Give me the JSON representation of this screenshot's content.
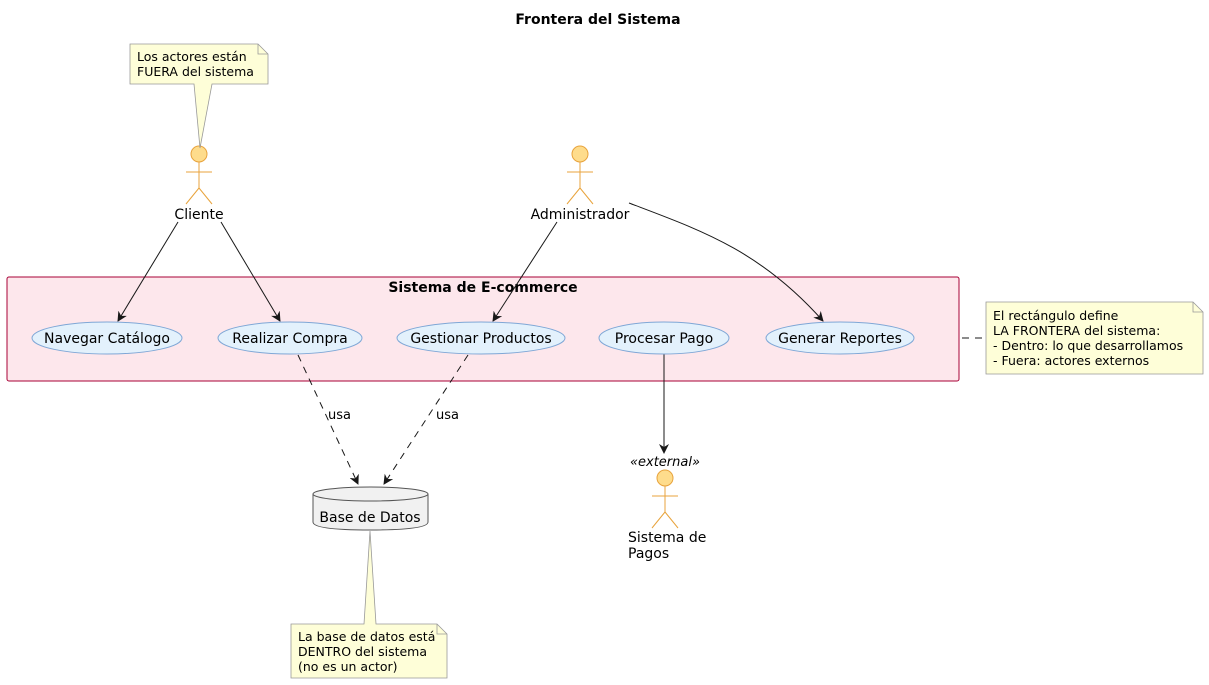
{
  "title": "Frontera del Sistema",
  "system": {
    "title": "Sistema de E-commerce",
    "fill": "#fde7ec",
    "border": "#a80036"
  },
  "actors": [
    {
      "id": "cliente",
      "name": "Cliente",
      "stereotype": ""
    },
    {
      "id": "admin",
      "name": "Administrador",
      "stereotype": ""
    },
    {
      "id": "pagos",
      "name": "Sistema de\nPagos",
      "stereotype": "«external»"
    }
  ],
  "usecases": [
    {
      "id": "uc1",
      "label": "Navegar Catálogo"
    },
    {
      "id": "uc2",
      "label": "Realizar Compra"
    },
    {
      "id": "uc3",
      "label": "Gestionar Productos"
    },
    {
      "id": "uc4",
      "label": "Procesar Pago"
    },
    {
      "id": "uc5",
      "label": "Generar Reportes"
    }
  ],
  "database": {
    "label": "Base de Datos"
  },
  "notes": [
    {
      "id": "n1",
      "text": "Los actores están\nFUERA del sistema"
    },
    {
      "id": "n2",
      "text": "El rectángulo define\nLA FRONTERA del sistema:\n- Dentro: lo que desarrollamos\n- Fuera: actores externos"
    },
    {
      "id": "n3",
      "text": "La base de datos está\nDENTRO del sistema\n(no es un actor)"
    }
  ],
  "edge_labels": {
    "uses": "usa"
  },
  "colors": {
    "actor_fill": "#fedc8c",
    "actor_stroke": "#e8a33c",
    "usecase_fill": "#e3f1fc",
    "usecase_stroke": "#7fa7d6",
    "note_fill": "#fefed8",
    "note_stroke": "#999999",
    "db_fill": "#f1f1f1",
    "db_stroke": "#555555"
  }
}
